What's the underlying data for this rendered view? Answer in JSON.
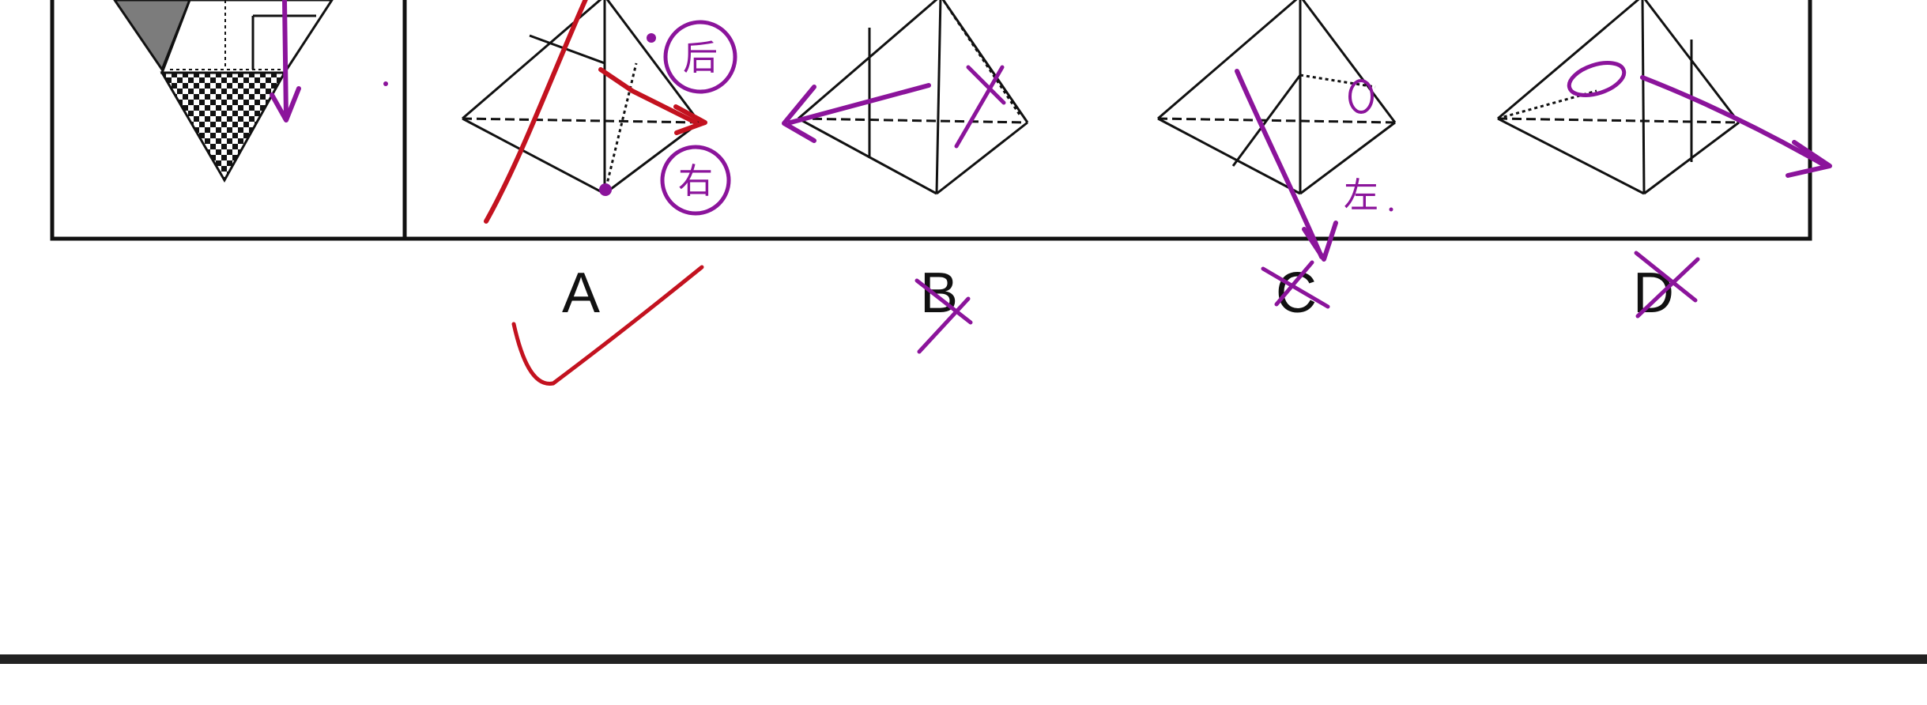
{
  "colors": {
    "ink": "#111111",
    "purple_marker": "#8b149b",
    "red_marker": "#c3121f",
    "grey_fill": "#7c7c7c",
    "divider": "#222222"
  },
  "options": [
    {
      "label": "A",
      "mark": "check"
    },
    {
      "label": "B",
      "mark": "cross"
    },
    {
      "label": "C",
      "mark": "cross"
    },
    {
      "label": "D",
      "mark": "cross"
    }
  ],
  "handwriting": {
    "a_upper_circled": "后",
    "a_lower_circled": "右",
    "c_note": "左"
  },
  "icons": {
    "check": "check-mark-icon",
    "cross": "cross-mark-icon"
  }
}
